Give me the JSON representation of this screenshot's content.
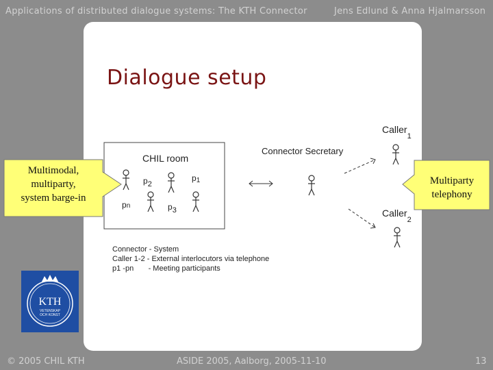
{
  "header": {
    "title": "Applications of distributed dialogue systems: The KTH Connector",
    "authors": "Jens Edlund & Anna Hjalmarsson"
  },
  "slide": {
    "title": "Dialogue setup"
  },
  "diagram": {
    "room_label": "CHIL room",
    "secretary_label": "Connector Secretary",
    "caller1": "Caller",
    "caller1_sub": "1",
    "caller2": "Caller",
    "caller2_sub": "2",
    "p2": "p",
    "p2_sub": "2",
    "pn": "p",
    "pn_sub": "n",
    "p1": "p",
    "p1_sub": "1",
    "p3": "p",
    "p3_sub": "3",
    "legend": [
      "Connector - System",
      "Caller 1-2 - External interlocutors via telephone",
      "p1 -pn       - Meeting participants"
    ]
  },
  "callouts": {
    "left": [
      "Multimodal,",
      "multiparty,",
      "system barge-in"
    ],
    "right": [
      "Multiparty",
      "telephony"
    ]
  },
  "logo": {
    "text": "KTH",
    "sub1": "VETENSKAP",
    "sub2": "OCH KONST",
    "color": "#1f4ea3"
  },
  "footer": {
    "copyright": "© 2005 CHIL KTH",
    "event": "ASIDE 2005, Aalborg, 2005-11-10",
    "page": "13"
  }
}
